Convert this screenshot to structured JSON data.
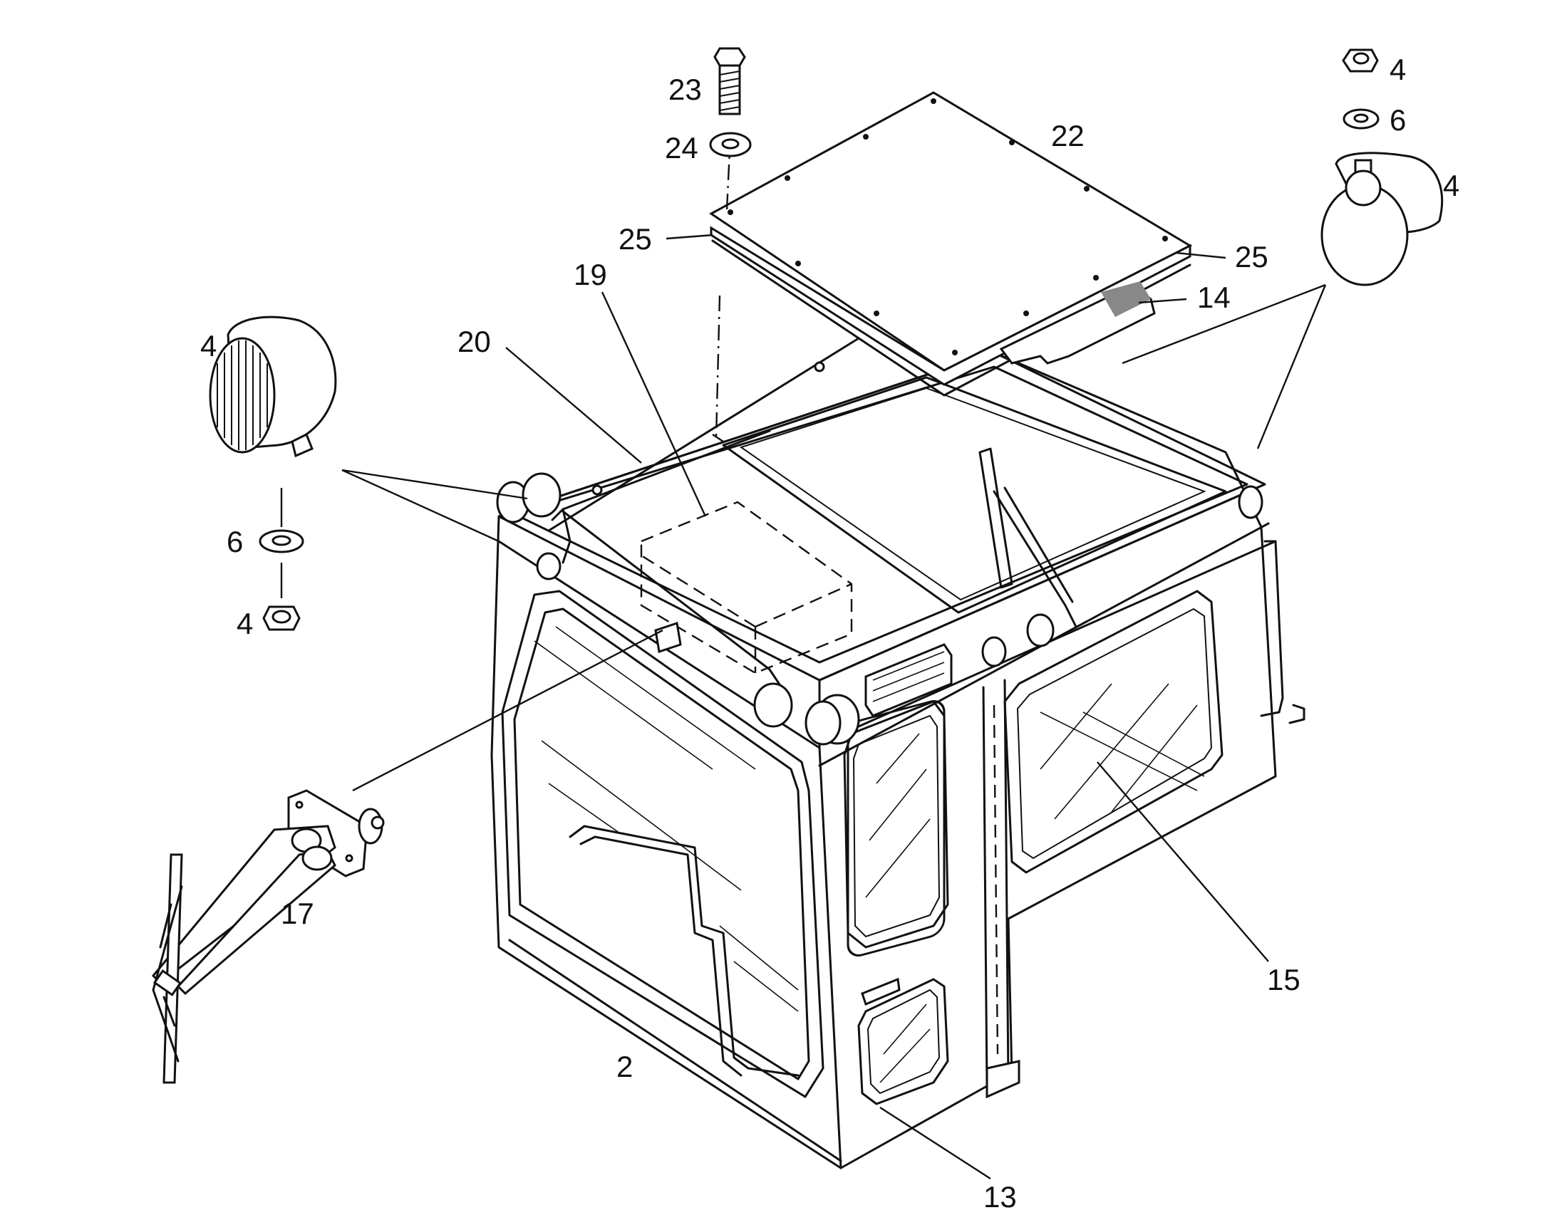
{
  "callouts": {
    "c2": "2",
    "c4a": "4",
    "c4b": "4",
    "c4c": "4",
    "c4d": "4",
    "c6a": "6",
    "c6b": "6",
    "c13": "13",
    "c14": "14",
    "c15": "15",
    "c17": "17",
    "c19": "19",
    "c20": "20",
    "c22": "22",
    "c23": "23",
    "c24": "24",
    "c25a": "25",
    "c25b": "25"
  }
}
